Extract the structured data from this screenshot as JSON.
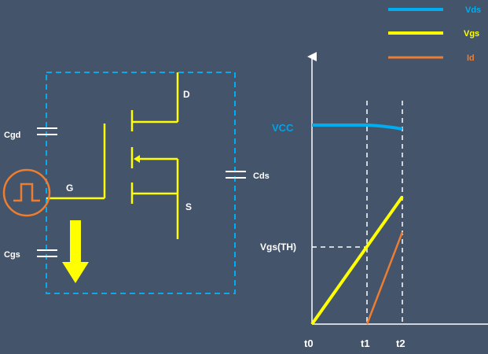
{
  "legend": [
    {
      "label": "Vds",
      "color": "#00aeef"
    },
    {
      "label": "Vgs",
      "color": "#ffff00"
    },
    {
      "label": "Id",
      "color": "#ed7d31"
    }
  ],
  "circuit": {
    "drain_label": "D",
    "gate_label": "G",
    "source_label": "S",
    "cgd_label": "Cgd",
    "cgs_label": "Cgs",
    "cds_label": "Cds"
  },
  "waveform": {
    "vcc_label": "VCC",
    "vgs_th_label": "Vgs(TH)",
    "t0_label": "t0",
    "t1_label": "t1",
    "t2_label": "t2"
  },
  "colors": {
    "background": "#44546a",
    "vds": "#00aeef",
    "vgs": "#ffff00",
    "id": "#ed7d31",
    "box_dash": "#00aeef",
    "wire": "#ffffff"
  }
}
